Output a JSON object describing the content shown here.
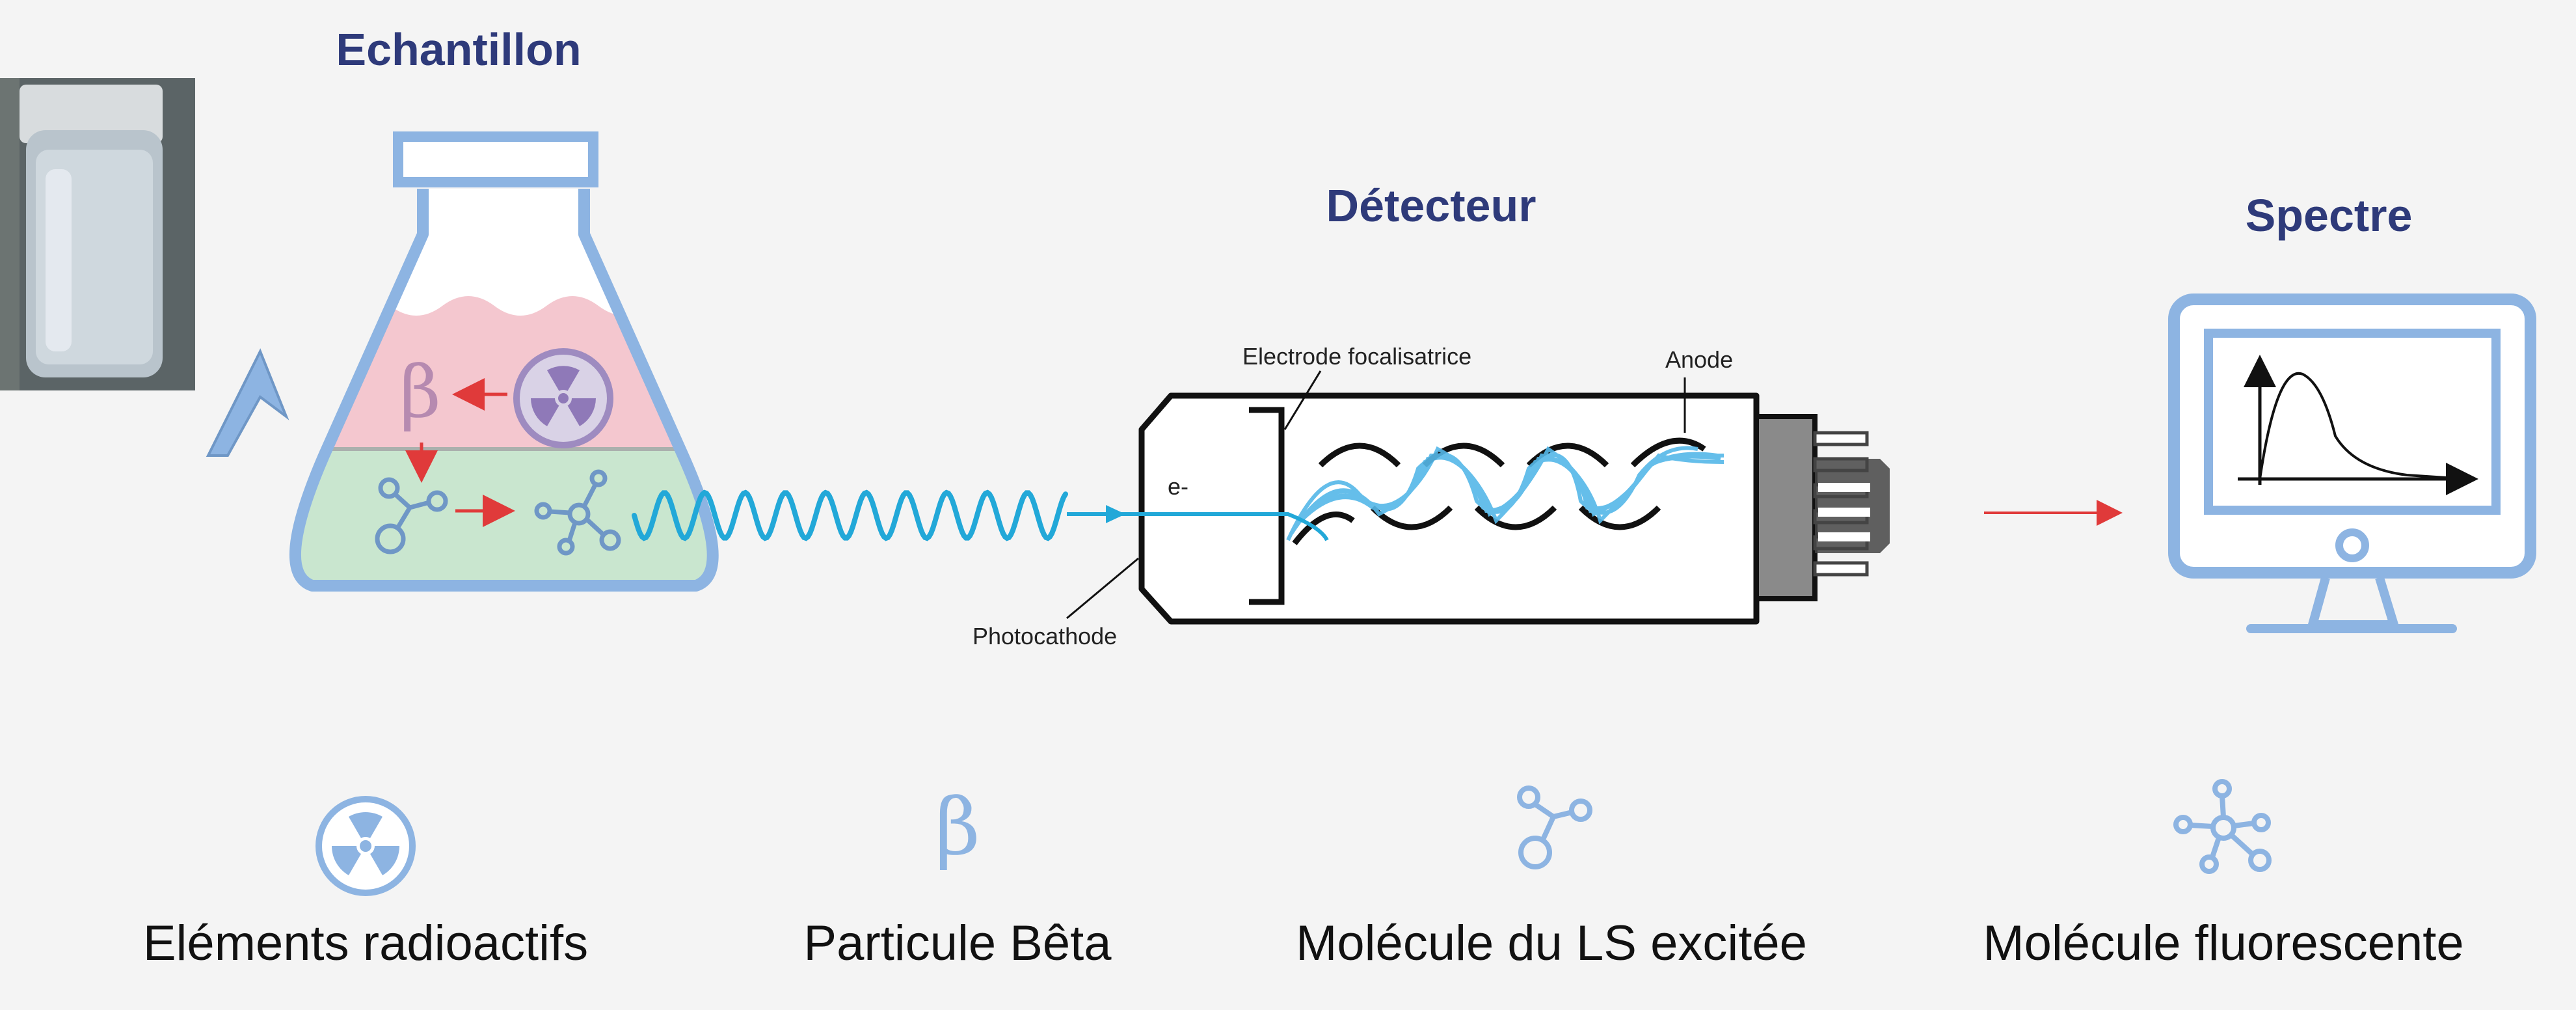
{
  "sections": {
    "sample_title": "Echantillon",
    "detector_title": "Détecteur",
    "spectrum_title": "Spectre"
  },
  "detector": {
    "focus_electrode_label": "Electrode focalisatrice",
    "anode_label": "Anode",
    "photocathode_label": "Photocathode",
    "electron_label": "e-"
  },
  "flask": {
    "beta_symbol": "β"
  },
  "legend": {
    "items": [
      {
        "icon": "radiation-icon",
        "label": "Eléments radioactifs"
      },
      {
        "icon": "beta-icon",
        "symbol": "β",
        "label": "Particule Bêta"
      },
      {
        "icon": "excited-molecule-icon",
        "label": "Molécule du LS excitée"
      },
      {
        "icon": "fluorescent-molecule-icon",
        "label": "Molécule fluorescente"
      }
    ]
  },
  "colors": {
    "title": "#2e3a7a",
    "accent_blue": "#8db4e2",
    "photon_wave": "#22a8d8",
    "arrow_red": "#e03a3a",
    "liquid_pink": "#f4c7cf",
    "liquid_green": "#c9e6cf"
  }
}
